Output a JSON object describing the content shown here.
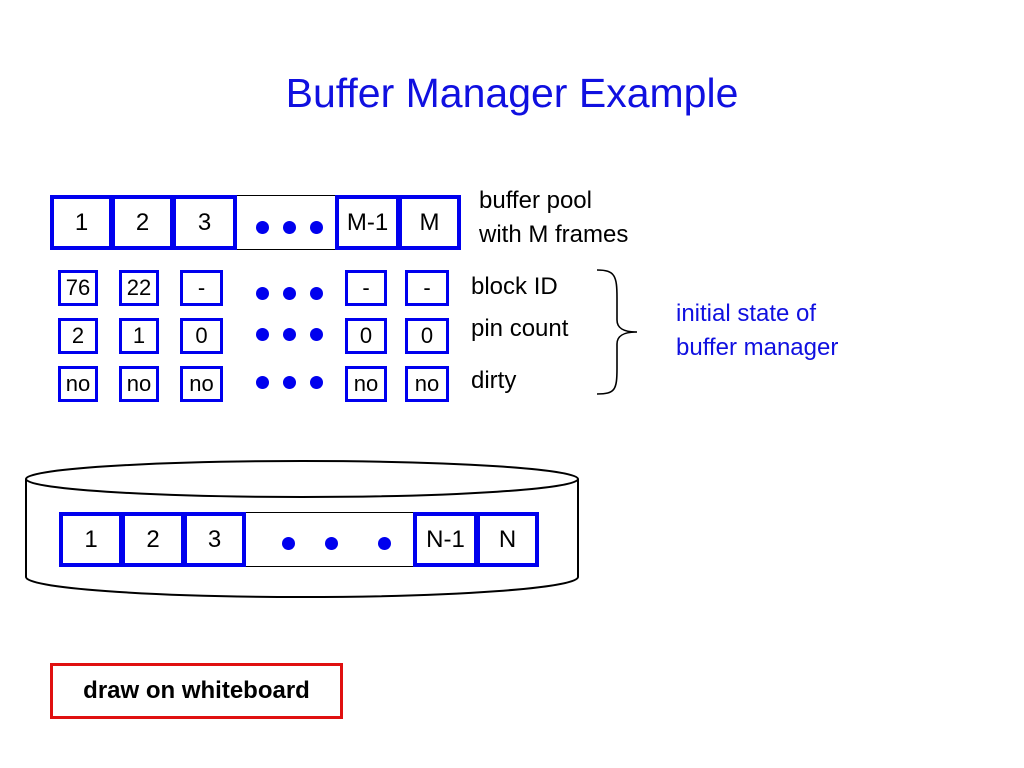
{
  "title": "Buffer Manager Example",
  "buffer_pool": {
    "frames": [
      "1",
      "2",
      "3",
      "M-1",
      "M"
    ],
    "label_line1": "buffer pool",
    "label_line2": "with M frames"
  },
  "state_rows": {
    "block_id": {
      "label": "block ID",
      "values": [
        "76",
        "22",
        "-",
        "-",
        "-"
      ]
    },
    "pin_count": {
      "label": "pin count",
      "values": [
        "2",
        "1",
        "0",
        "0",
        "0"
      ]
    },
    "dirty": {
      "label": "dirty",
      "values": [
        "no",
        "no",
        "no",
        "no",
        "no"
      ]
    }
  },
  "brace_note": {
    "line1": "initial state of",
    "line2": "buffer manager"
  },
  "disk": {
    "blocks": [
      "1",
      "2",
      "3",
      "N-1",
      "N"
    ]
  },
  "whiteboard_note": "draw on whiteboard",
  "colors": {
    "title": "#1010e0",
    "frame": "#0000ee",
    "note": "#1010e0",
    "whiteboard_border": "#e01010"
  }
}
